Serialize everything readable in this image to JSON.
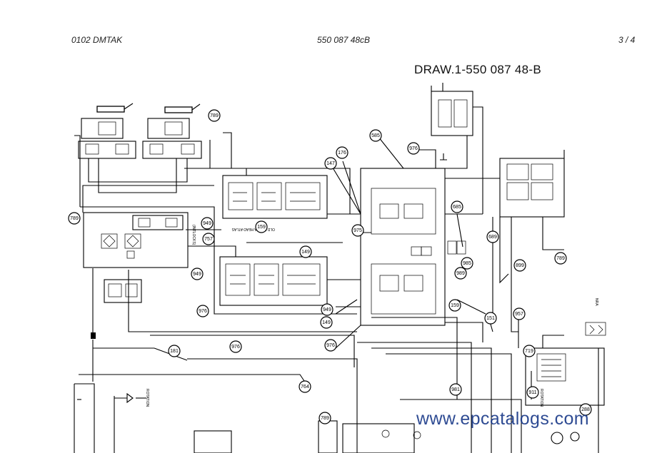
{
  "header": {
    "left": "0102 DMTAK",
    "center": "550 087 48cB",
    "page": "3 /  4"
  },
  "drawing_title": "DRAW.1-550 087 48-B",
  "watermark": "www.epcatalogs.com",
  "labels": {
    "lbl_a": "(INTLOCKS)",
    "lbl_b": "OLD HOPPA HEAD ATLAS",
    "lbl_c": "ROTATION",
    "lbl_d": "ROTATION",
    "lbl_e": "NRA"
  }
}
